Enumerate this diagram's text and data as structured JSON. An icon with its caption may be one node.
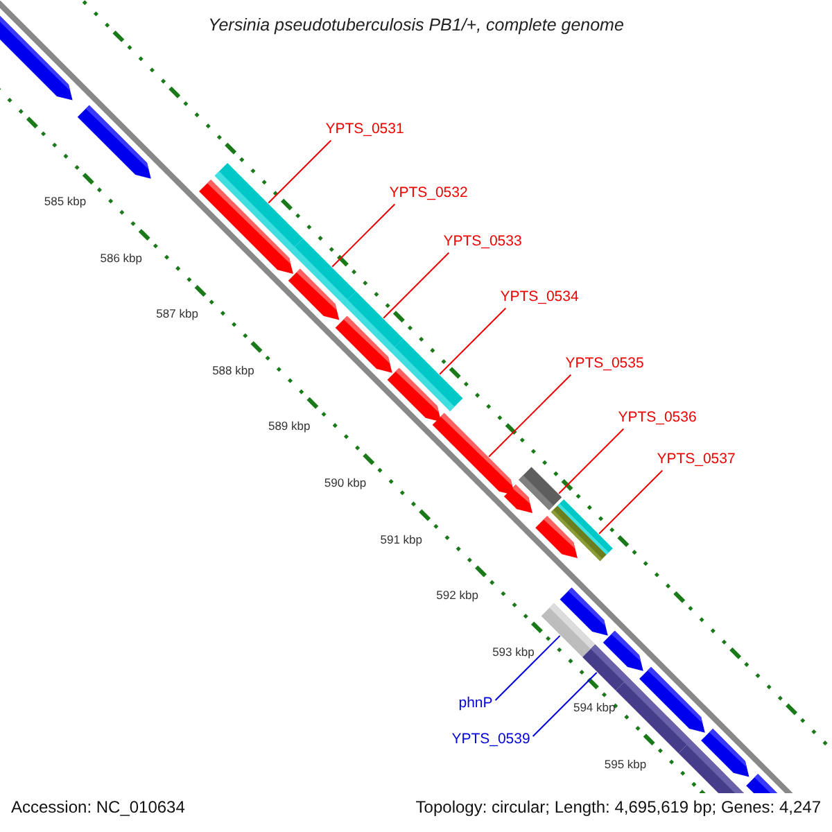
{
  "diagram": {
    "title": "Yersinia pseudotuberculosis PB1/+, complete genome",
    "nodes": [
      {
        "text": [
          "YPTS_0531"
        ]
      },
      {
        "text": [
          "YPTS_0532"
        ]
      },
      {
        "text": [
          "YPTS_0533"
        ]
      },
      {
        "text": [
          "YPTS_0534"
        ]
      },
      {
        "text": [
          "YPTS_0535"
        ]
      },
      {
        "text": [
          "YPTS_0536"
        ]
      },
      {
        "text": [
          "YPTS_0537"
        ]
      },
      {
        "text": [
          "phnP"
        ]
      },
      {
        "text": [
          "YPTS_0539"
        ]
      },
      {
        "text": [],
        "shape": "bar"
      },
      {
        "text": [],
        "shape": "bar"
      },
      {
        "text": [],
        "shape": "bar"
      },
      {
        "text": [],
        "shape": "bar"
      },
      {
        "text": [],
        "shape": "arrow"
      },
      {
        "text": [],
        "shape": "bar"
      },
      {
        "text": [],
        "shape": "bar"
      },
      {
        "text": [],
        "shape": "bar"
      },
      {
        "text": [],
        "shape": "bar"
      }
    ],
    "edges": [
      {
        "from": 0,
        "to": 9,
        "arrow": "none"
      },
      {
        "from": 1,
        "to": 10,
        "arrow": "none"
      },
      {
        "from": 2,
        "to": 11,
        "arrow": "none"
      },
      {
        "from": 3,
        "to": 12,
        "arrow": "none"
      },
      {
        "from": 4,
        "to": 13,
        "arrow": "none"
      },
      {
        "from": 5,
        "to": 14,
        "arrow": "none"
      },
      {
        "from": 6,
        "to": 15,
        "arrow": "none"
      },
      {
        "from": 7,
        "to": 16,
        "arrow": "none",
        "color": "#0000dd"
      },
      {
        "from": 8,
        "to": 17,
        "arrow": "none",
        "color": "#0000dd"
      }
    ],
    "labels": [
      "585 kbp",
      "586 kbp",
      "587 kbp",
      "588 kbp",
      "589 kbp",
      "590 kbp",
      "591 kbp",
      "592 kbp",
      "593 kbp",
      "594 kbp",
      "595 kbp",
      "Accession: NC_010634",
      "Topology: circular; Length: 4,695,619 bp; Genes: 4,247"
    ]
  }
}
